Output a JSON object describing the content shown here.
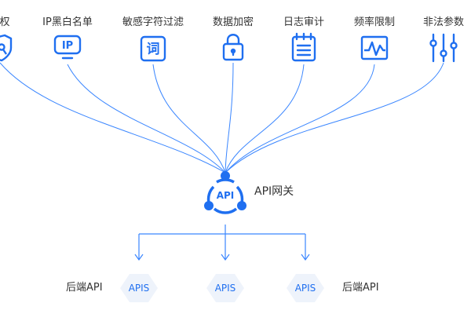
{
  "features": [
    {
      "label": "权",
      "icon": "shield-key-icon"
    },
    {
      "label": "IP黑白名单",
      "icon": "ip-icon"
    },
    {
      "label": "敏感字符过滤",
      "icon": "word-filter-icon"
    },
    {
      "label": "数据加密",
      "icon": "lock-icon"
    },
    {
      "label": "日志审计",
      "icon": "notepad-icon"
    },
    {
      "label": "频率限制",
      "icon": "pulse-icon"
    },
    {
      "label": "非法参数",
      "icon": "sliders-icon"
    }
  ],
  "gateway": {
    "icon_text": "API",
    "label": "API网关"
  },
  "backends": {
    "left_label": "后端API",
    "right_label": "后端API",
    "apis": [
      "APIS",
      "APIS",
      "APIS"
    ]
  },
  "colors": {
    "accent": "#1f6ff0",
    "line": "#3a86ff",
    "text": "#333333",
    "hex_shadow": "#eef3fb"
  }
}
